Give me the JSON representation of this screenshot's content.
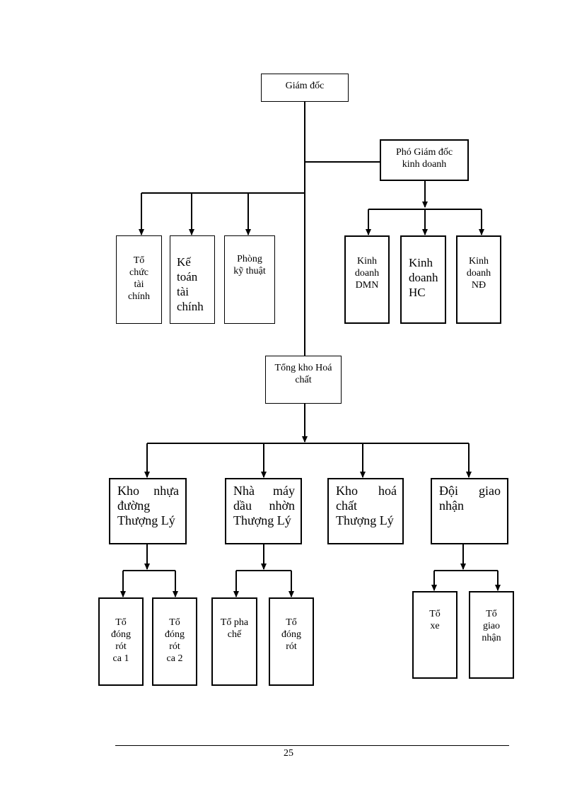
{
  "org_chart": {
    "director": "Giám đốc",
    "deputy_director": "Phó Giám đốc\nkinh doanh",
    "departments": {
      "to_chuc": "Tổ\nchức\ntài\nchính",
      "ke_toan": "Kế\ntoán\ntài\nchính",
      "phong_ky_thuat": "Phòng\nkỹ thuật"
    },
    "business_units": {
      "kd_dmn": "Kinh\ndoanh\nDMN",
      "kd_hc": "Kinh\ndoanh\nHC",
      "kd_nd": "Kinh\ndoanh\nNĐ"
    },
    "warehouse": "Tổng kho Hoá\nchất",
    "sub_units": {
      "kho_nhua": "Kho nhựa đường Thượng Lý",
      "nha_may": "Nhà máy dầu nhờn Thượng Lý",
      "kho_hoa_chat": "Kho hoá chất Thượng Lý",
      "doi_giao_nhan": "Đội giao nhận"
    },
    "teams": {
      "dong_rot_ca1": "Tổ\nđóng\nrót\nca 1",
      "dong_rot_ca2": "Tổ\nđóng\nrót\nca 2",
      "pha_che": "Tổ pha\nchế",
      "dong_rot": "Tổ\nđóng\nrót",
      "xe": "Tổ\nxe",
      "giao_nhan": "Tổ\ngiao\nnhận"
    }
  },
  "footer": {
    "page_number": "25"
  }
}
